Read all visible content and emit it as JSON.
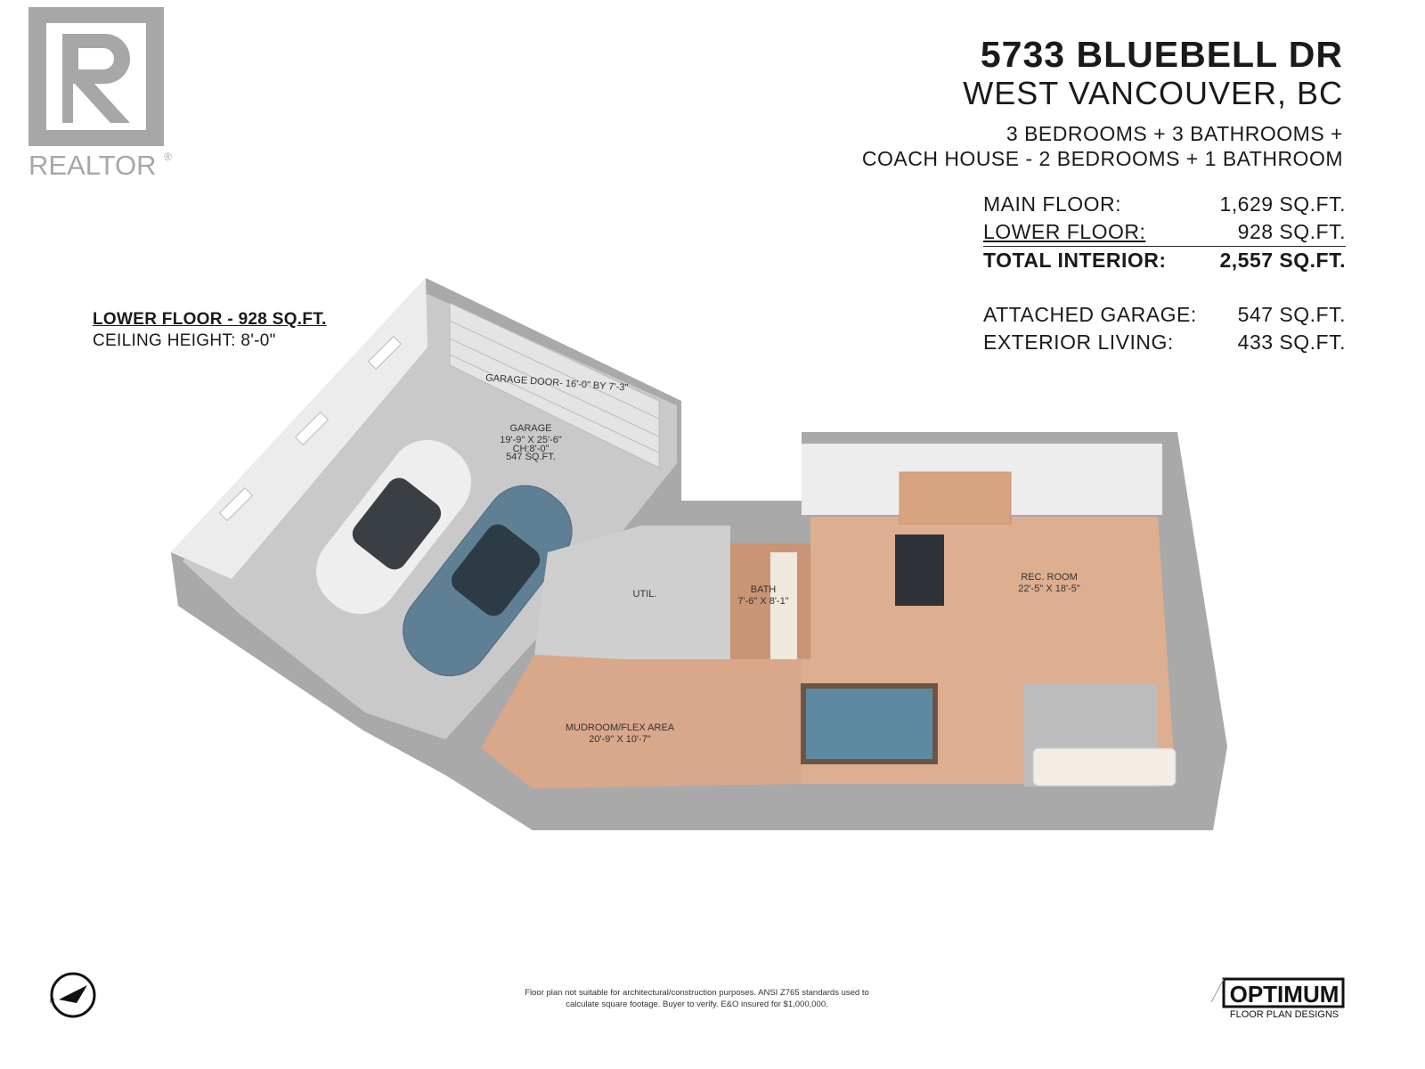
{
  "logo": {
    "brand": "REALTOR",
    "mark": "R"
  },
  "header": {
    "address": "5733 BLUEBELL DR",
    "city": "WEST VANCOUVER, BC",
    "rooms_line1": "3 BEDROOMS + 3 BATHROOMS +",
    "rooms_line2": "COACH HOUSE - 2 BEDROOMS + 1 BATHROOM"
  },
  "areas": [
    {
      "label": "MAIN FLOOR:",
      "value": "1,629 SQ.FT."
    },
    {
      "label": "LOWER FLOOR:",
      "value": "928 SQ.FT."
    },
    {
      "label": "TOTAL INTERIOR:",
      "value": "2,557 SQ.FT."
    },
    {
      "label": "ATTACHED GARAGE:",
      "value": "547 SQ.FT."
    },
    {
      "label": "EXTERIOR LIVING:",
      "value": "433 SQ.FT."
    }
  ],
  "floor": {
    "heading": "LOWER FLOOR - 928 SQ.FT.",
    "ceiling": "CEILING HEIGHT: 8'-0\""
  },
  "rooms": {
    "garage_door": "GARAGE DOOR- 16'-0\" BY 7'-3\"",
    "garage": {
      "name": "GARAGE",
      "dims": "19'-9\" X 25'-6\"",
      "ch": "CH:8'-0\"",
      "area": "547 SQ.FT."
    },
    "util": {
      "name": "UTIL."
    },
    "bath": {
      "name": "BATH",
      "dims": "7'-6\" X 8'-1\""
    },
    "rec": {
      "name": "REC. ROOM",
      "dims": "22'-5\" X 18'-5\""
    },
    "mudroom": {
      "name": "MUDROOM/FLEX AREA",
      "dims": "20'-9\" X 10'-7\""
    }
  },
  "footer": {
    "disclaimer_line1": "Floor plan not suitable for architectural/construction purposes. ANSI Z765 standards used to",
    "disclaimer_line2": "calculate square footage. Buyer to verify.  E&O insured for $1,000,000.",
    "brand": "OPTIMUM",
    "brand_sub": "FLOOR PLAN DESIGNS"
  },
  "colors": {
    "wall": "#a9a9a9",
    "floor_wood": "#d9a88a",
    "garage_floor": "#c9c9c9",
    "logo_gray": "#a7a7a7"
  },
  "icons": [
    "compass-icon"
  ]
}
